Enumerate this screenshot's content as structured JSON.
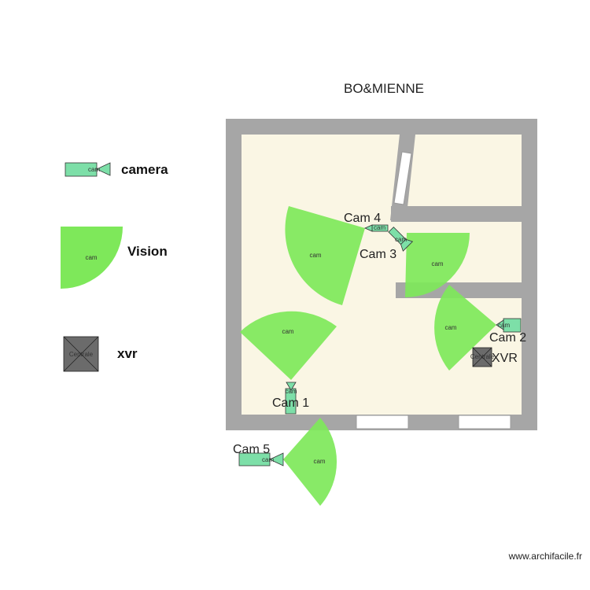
{
  "plan": {
    "title": "BO&MIENNE",
    "watermark": "www.archifacile.fr"
  },
  "legend": {
    "camera_label": "camera",
    "vision_label": "Vision",
    "xvr_label": "xvr",
    "symbol_cam_text": "cam",
    "symbol_xvr_text": "Centrale"
  },
  "cameras": [
    {
      "name": "Cam 1",
      "symbol_text": "cam",
      "vision_text": "cam"
    },
    {
      "name": "Cam 2",
      "symbol_text": "cam",
      "vision_text": "cam"
    },
    {
      "name": "Cam 3",
      "symbol_text": "cam",
      "vision_text": "cam"
    },
    {
      "name": "Cam 4",
      "symbol_text": "cam",
      "vision_text": "cam"
    },
    {
      "name": "Cam 5",
      "symbol_text": "cam",
      "vision_text": "cam"
    }
  ],
  "xvr": {
    "name": "XVR",
    "symbol_text": "Centrale"
  },
  "colors": {
    "wall": "#a6a6a6",
    "floor": "#faf6e4",
    "vision": "#7ee85a",
    "camera": "#7ddfa8",
    "xvr": "#6b6b6b"
  }
}
